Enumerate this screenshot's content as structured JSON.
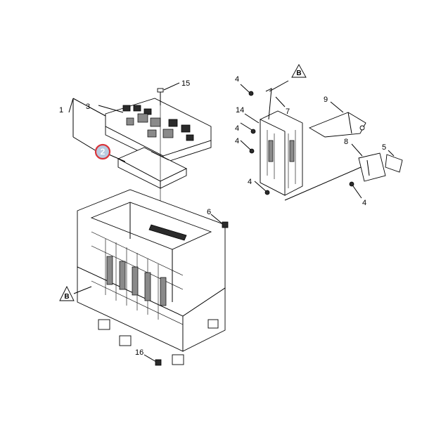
{
  "callouts": {
    "c1": "1",
    "c2": "2",
    "c3": "3",
    "c4a": "4",
    "c4b": "4",
    "c4c": "4",
    "c4d": "4",
    "c4e": "4",
    "c5": "5",
    "c6": "6",
    "c7": "7",
    "c8": "8",
    "c9": "9",
    "c14": "14",
    "c15": "15",
    "c16": "16",
    "viewB1": "B",
    "viewB2": "B"
  },
  "colors": {
    "highlight_ring": "#d9343a",
    "highlight_fill": "#b9cbe0",
    "line": "#000000"
  }
}
